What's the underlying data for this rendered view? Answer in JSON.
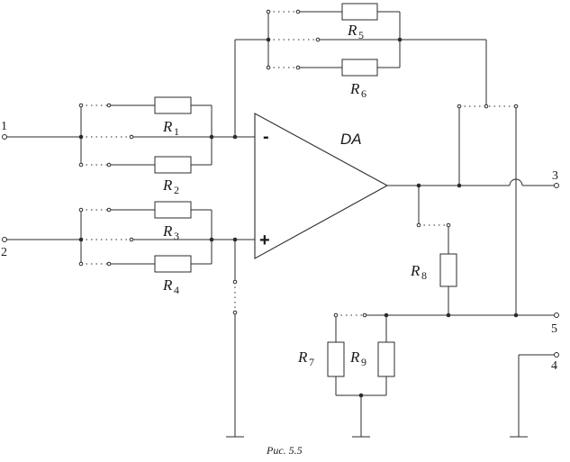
{
  "figure": {
    "caption": "Рис. 5.5",
    "opamp_label": "DA",
    "inverting_sign": "-",
    "noninverting_sign": "+"
  },
  "terminals": [
    "1",
    "2",
    "3",
    "4",
    "5"
  ],
  "resistors": [
    {
      "letter": "R",
      "index": "1"
    },
    {
      "letter": "R",
      "index": "2"
    },
    {
      "letter": "R",
      "index": "3"
    },
    {
      "letter": "R",
      "index": "4"
    },
    {
      "letter": "R",
      "index": "5"
    },
    {
      "letter": "R",
      "index": "6"
    },
    {
      "letter": "R",
      "index": "7"
    },
    {
      "letter": "R",
      "index": "8"
    },
    {
      "letter": "R",
      "index": "9"
    }
  ]
}
